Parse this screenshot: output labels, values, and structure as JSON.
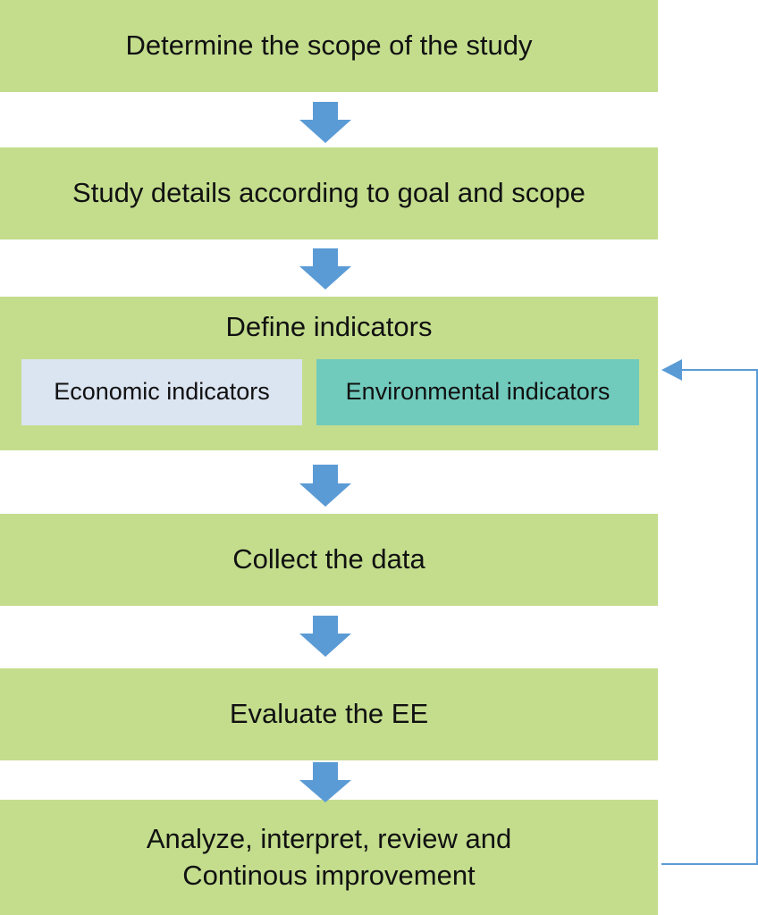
{
  "steps": [
    {
      "id": "scope",
      "label": "Determine the scope of the study"
    },
    {
      "id": "details",
      "label": "Study details according to goal and scope"
    },
    {
      "id": "define",
      "label": "Define indicators"
    },
    {
      "id": "collect",
      "label": "Collect the data"
    },
    {
      "id": "evaluate",
      "label": "Evaluate the EE"
    },
    {
      "id": "analyze",
      "label_line1": "Analyze, interpret, review and",
      "label_line2": "Continous improvement"
    }
  ],
  "indicators": {
    "economic": "Economic indicators",
    "environmental": "Environmental indicators"
  },
  "colors": {
    "step_fill": "#c3dd8d",
    "economic_fill": "#dbe4f1",
    "environmental_fill": "#71cbbd",
    "arrow": "#5b9bd5",
    "feedback_line": "#5b9bd5"
  }
}
